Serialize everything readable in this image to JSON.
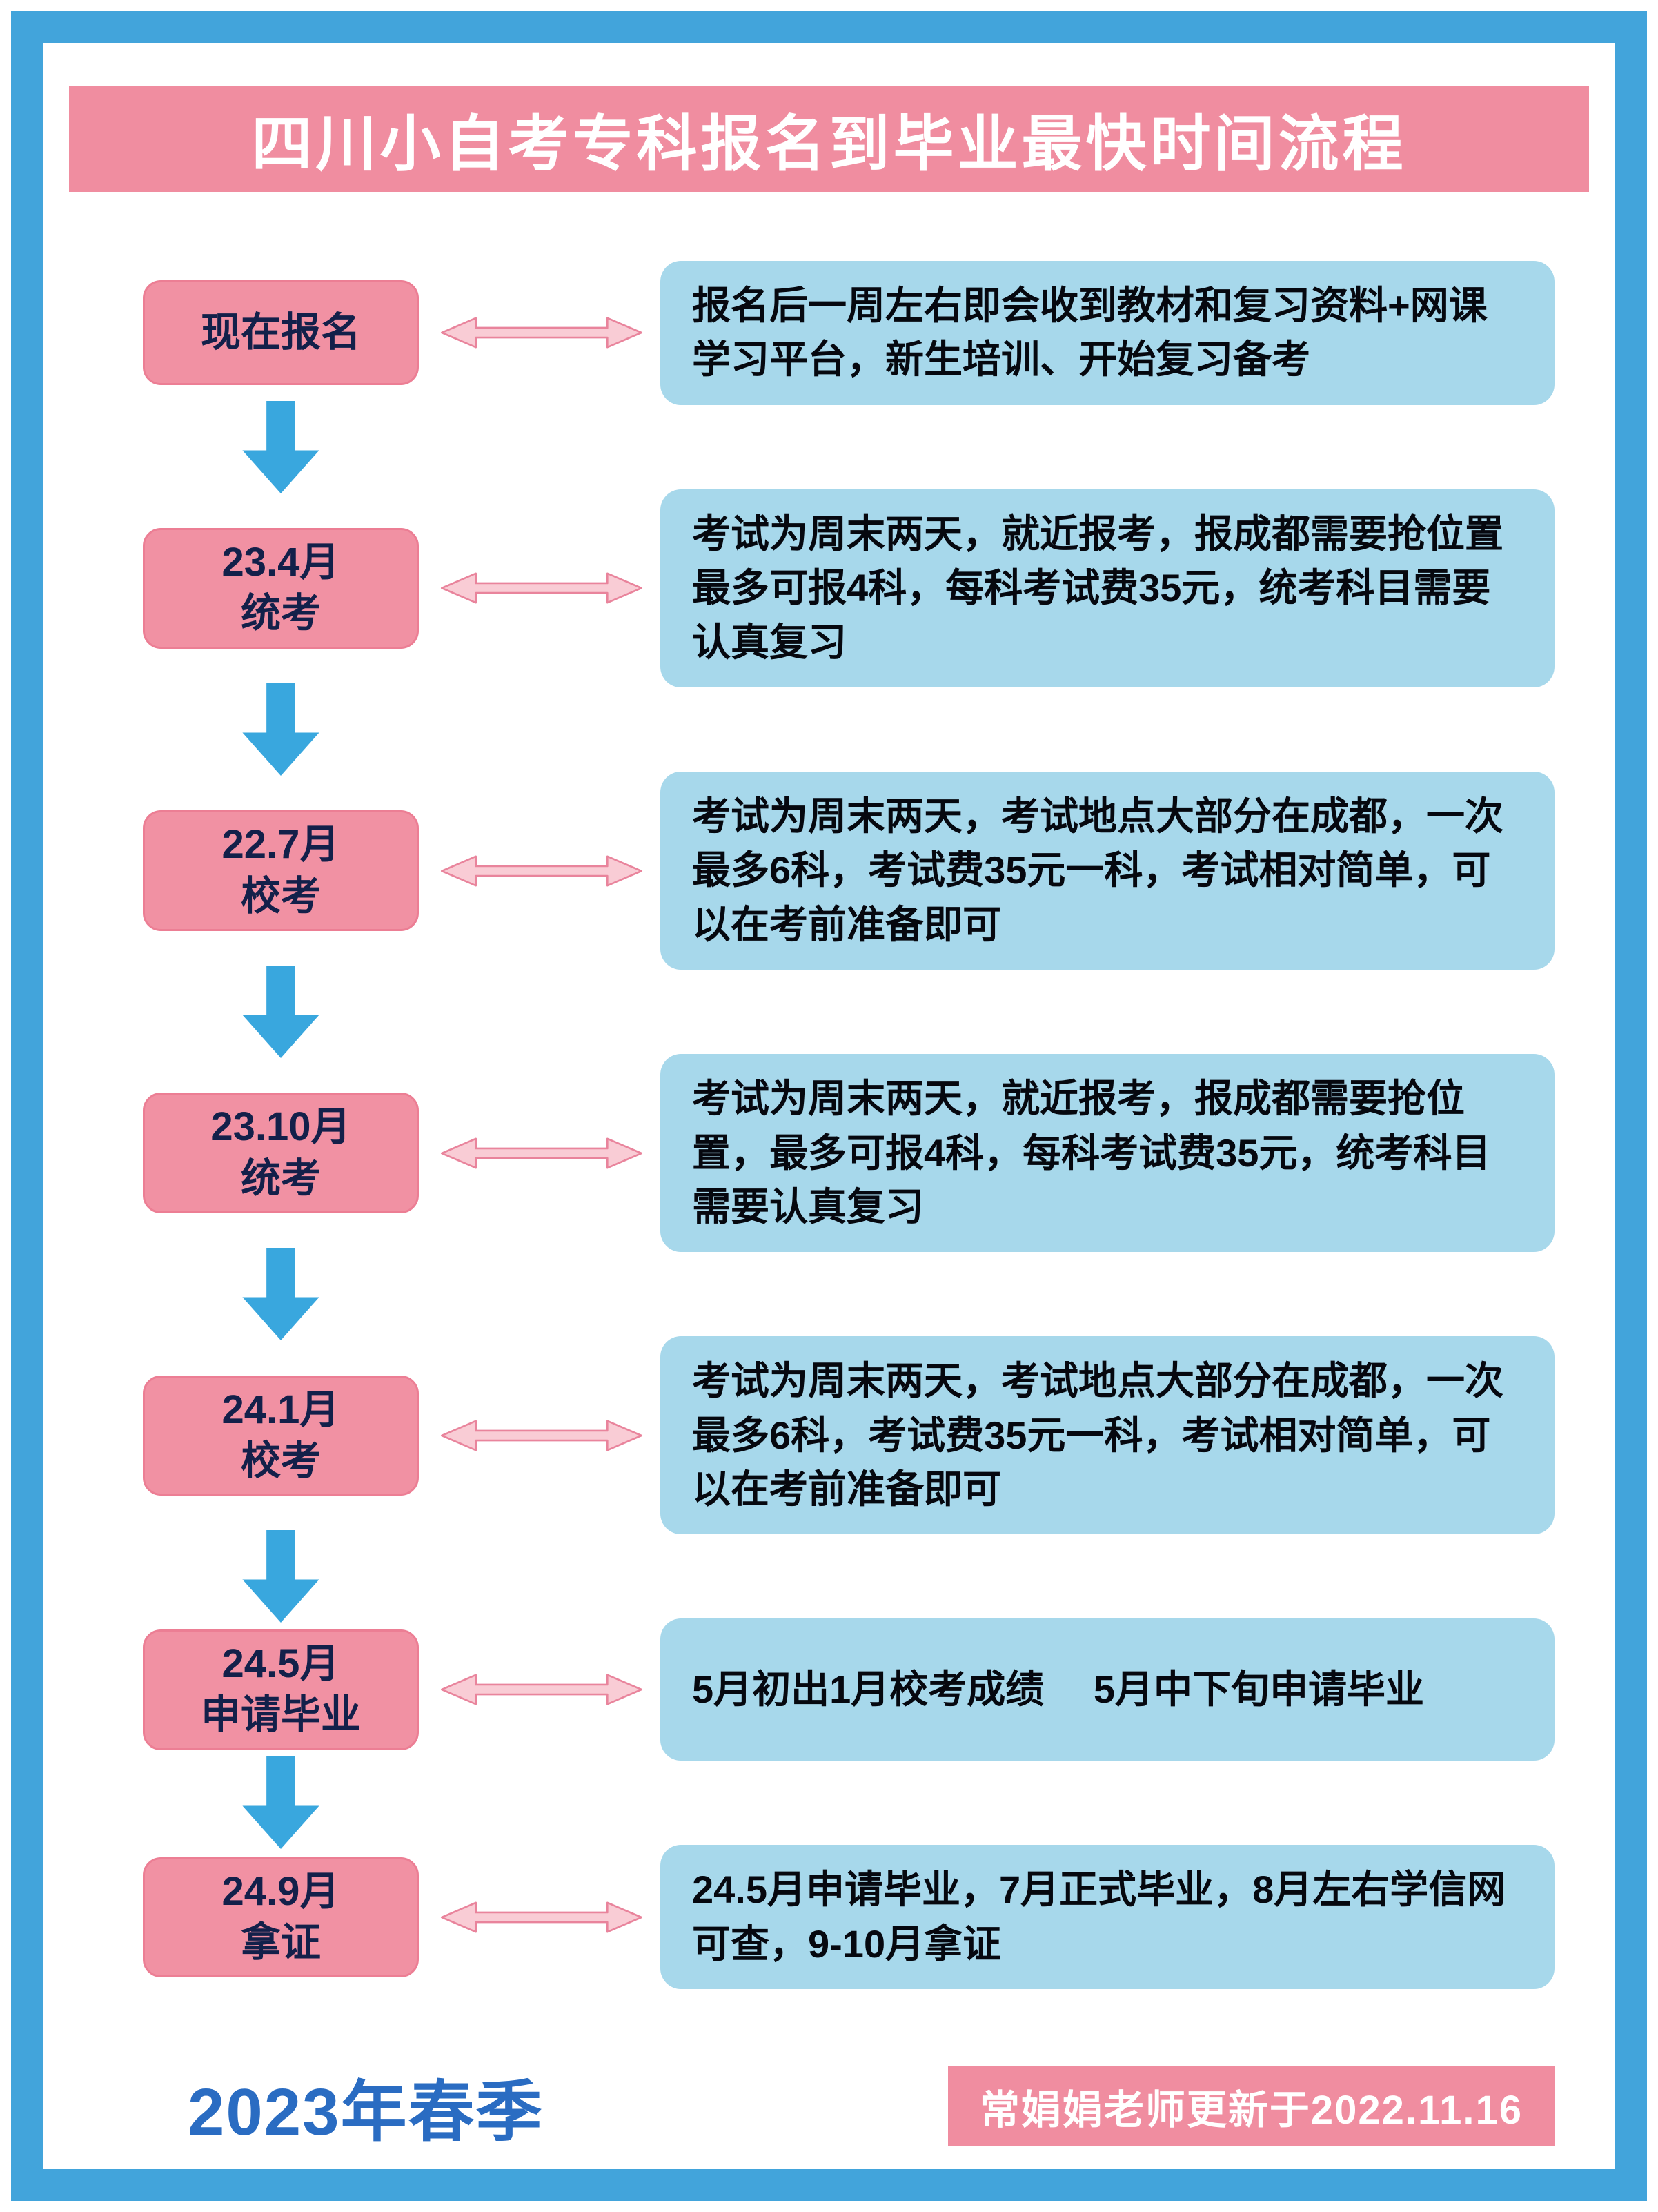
{
  "title": "四川小自考专科报名到毕业最快时间流程",
  "steps": [
    {
      "label": [
        "现在报名"
      ],
      "desc": "报名后一周左右即会收到教材和复习资料+网课学习平台，新生培训、开始复习备考"
    },
    {
      "label": [
        "23.4月",
        "统考"
      ],
      "desc": "考试为周末两天，就近报考，报成都需要抢位置最多可报4科，每科考试费35元，统考科目需要认真复习"
    },
    {
      "label": [
        "22.7月",
        "校考"
      ],
      "desc": "考试为周末两天，考试地点大部分在成都，一次最多6科，考试费35元一科，考试相对简单，可以在考前准备即可"
    },
    {
      "label": [
        "23.10月",
        "统考"
      ],
      "desc": "考试为周末两天，就近报考，报成都需要抢位置，最多可报4科，每科考试费35元，统考科目需要认真复习"
    },
    {
      "label": [
        "24.1月",
        "校考"
      ],
      "desc": "考试为周末两天，考试地点大部分在成都，一次最多6科，考试费35元一科，考试相对简单，可以在考前准备即可"
    },
    {
      "label": [
        "24.5月",
        "申请毕业"
      ],
      "desc": "5月初出1月校考成绩　 5月中下旬申请毕业"
    },
    {
      "label": [
        "24.9月",
        "拿证"
      ],
      "desc": "24.5月申请毕业，7月正式毕业，8月左右学信网可查，9-10月拿证"
    }
  ],
  "footer": {
    "season": "2023年春季",
    "update_note": "常娟娟老师更新于2022.11.16"
  },
  "colors": {
    "frame_blue": "#42a4db",
    "title_pink": "#f08da0",
    "node_pink": "#f191a3",
    "desc_blue": "#a7d8eb",
    "down_arrow_blue": "#39a7de",
    "h_arrow_pink_fill": "#f9ccd5",
    "h_arrow_pink_stroke": "#e9849c",
    "season_text_blue": "#2a6cc2"
  }
}
